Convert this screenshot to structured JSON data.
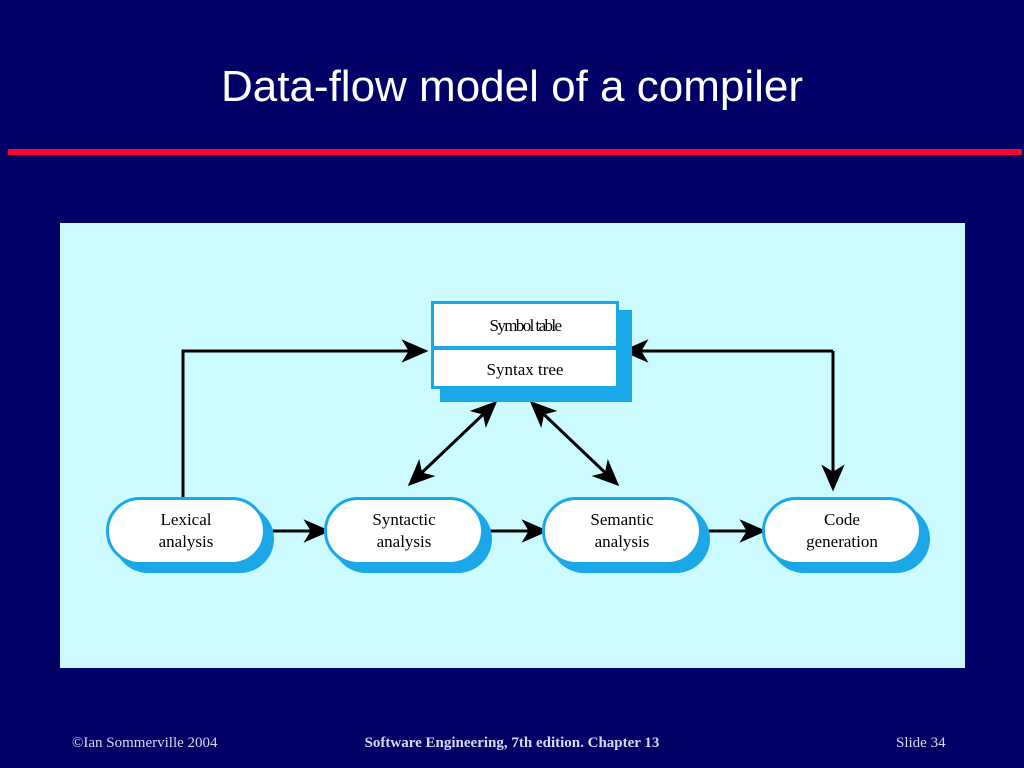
{
  "slide": {
    "title": "Data-flow model of a compiler",
    "background_color": "#000066",
    "rule_color": "#FF0033",
    "panel_color": "#CCFBFF",
    "accent_color": "#1BA8E8"
  },
  "diagram": {
    "store": {
      "line1": "Symbol table",
      "line2": "Syntax tree"
    },
    "stages": [
      {
        "line1": "Lexical",
        "line2": "analysis"
      },
      {
        "line1": "Syntactic",
        "line2": "analysis"
      },
      {
        "line1": "Semantic",
        "line2": "analysis"
      },
      {
        "line1": "Code",
        "line2": "generation"
      }
    ]
  },
  "footer": {
    "left": "©Ian Sommerville 2004",
    "center": "Software Engineering, 7th edition. Chapter 13",
    "right": "Slide  34"
  }
}
